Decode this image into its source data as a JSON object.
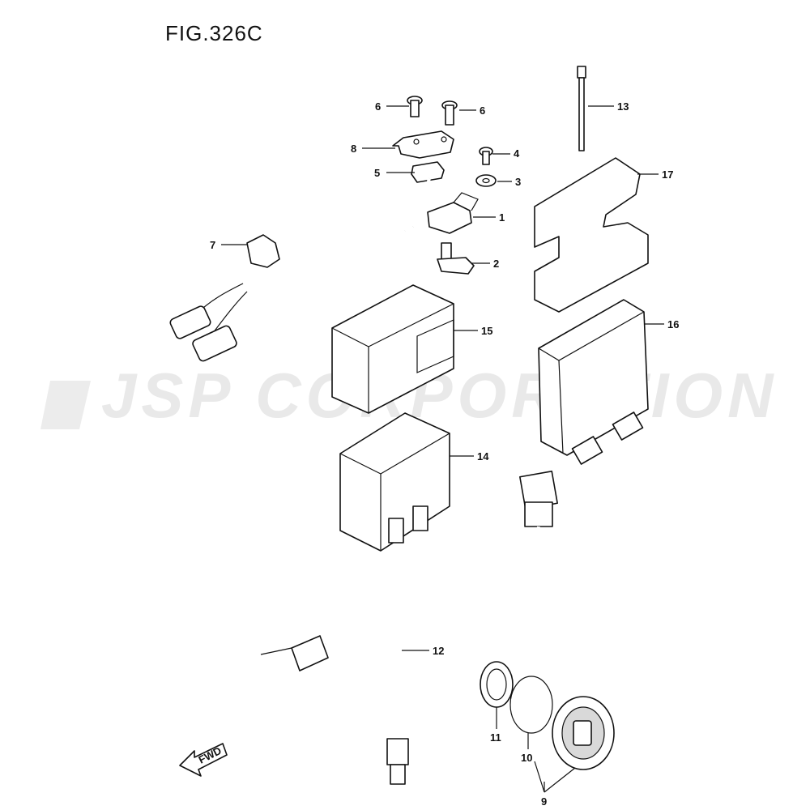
{
  "figure": {
    "title": "FIG.326C"
  },
  "watermark": {
    "text": "JSP CORPORATION"
  },
  "direction_arrow": {
    "label": "FWD"
  },
  "callouts": {
    "c1": "1",
    "c2": "2",
    "c3": "3",
    "c4": "4",
    "c5": "5",
    "c6a": "6",
    "c6b": "6",
    "c7": "7",
    "c8": "8",
    "c9": "9",
    "c10": "10",
    "c11": "11",
    "c12": "12",
    "c13": "13",
    "c14": "14",
    "c15": "15",
    "c16": "16",
    "c17": "17"
  }
}
